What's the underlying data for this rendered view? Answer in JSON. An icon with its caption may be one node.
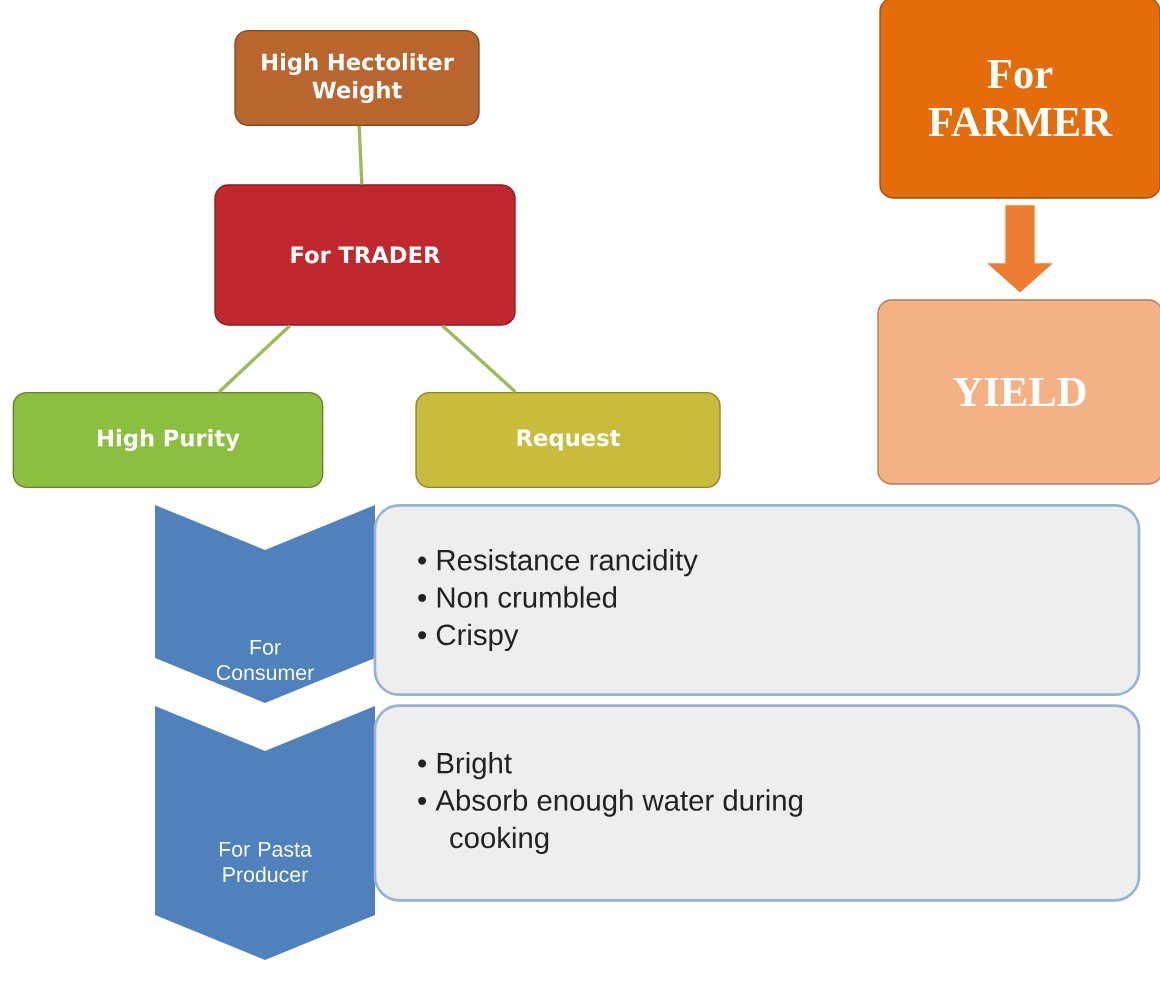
{
  "diagram": {
    "nodes": [
      {
        "text": [
          "High Hectoliter Weight"
        ]
      },
      {
        "text": [
          "For TRADER"
        ]
      },
      {
        "text": [
          "High Purity"
        ]
      },
      {
        "text": [
          "Request"
        ]
      },
      {
        "text": [
          "For FARMER"
        ]
      },
      {
        "text": [
          "YIELD"
        ]
      },
      {
        "text": [
          "For Consumer"
        ]
      },
      {
        "text": [
          "• Resistance rancidity",
          "• Non crumbled",
          "• Crispy"
        ]
      },
      {
        "text": [
          "For Pasta Producer"
        ]
      },
      {
        "text": [
          "• Bright",
          "• Absorb enough water during cooking"
        ]
      }
    ],
    "edges": [
      {
        "from": 0,
        "to": 1,
        "arrow": "none"
      },
      {
        "from": 1,
        "to": 2,
        "arrow": "none"
      },
      {
        "from": 1,
        "to": 3,
        "arrow": "none"
      },
      {
        "from": 4,
        "to": 5,
        "arrow": "to",
        "style": "thick",
        "color": "#ed7d31"
      }
    ]
  }
}
